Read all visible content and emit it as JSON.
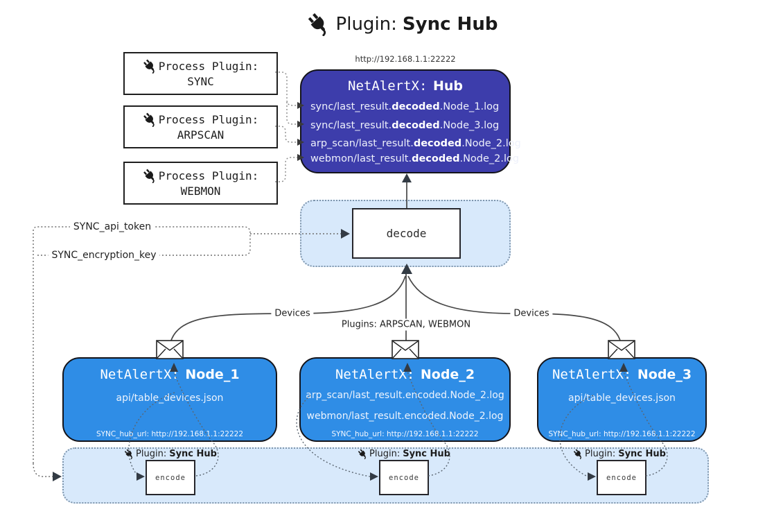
{
  "title": {
    "label": "Plugin:",
    "name": "Sync Hub"
  },
  "process_plugins": [
    {
      "label": "Process Plugin:",
      "name": "SYNC"
    },
    {
      "label": "Process Plugin:",
      "name": "ARPSCAN"
    },
    {
      "label": "Process Plugin:",
      "name": "WEBMON"
    }
  ],
  "hub": {
    "url_label": "http://192.168.1.1:22222",
    "title_prefix": "NetAlertX:",
    "title_name": "Hub",
    "entries": [
      {
        "pre": "sync/last_result.",
        "bold": "decoded",
        "post": ".Node_1.log"
      },
      {
        "pre": "sync/last_result.",
        "bold": "decoded",
        "post": ".Node_3.log"
      },
      {
        "pre": "arp_scan/last_result.",
        "bold": "decoded",
        "post": ".Node_2.log"
      },
      {
        "pre": "webmon/last_result.",
        "bold": "decoded",
        "post": ".Node_2.log"
      }
    ]
  },
  "decode_label": "decode",
  "config_labels": {
    "api_token": "SYNC_api_token",
    "encryption_key": "SYNC_encryption_key"
  },
  "edge_labels": {
    "devices_left": "Devices",
    "plugins_center": "Plugins: ARPSCAN, WEBMON",
    "devices_right": "Devices"
  },
  "nodes": [
    {
      "title_prefix": "NetAlertX:",
      "title_name": "Node_1",
      "entry1": "api/table_devices.json",
      "hub_url_label": "SYNC_hub_url: http://192.168.1.1:22222"
    },
    {
      "title_prefix": "NetAlertX:",
      "title_name": "Node_2",
      "entry1": "arp_scan/last_result.encoded.Node_2.log",
      "entry2": "webmon/last_result.encoded.Node_2.log",
      "hub_url_label": "SYNC_hub_url: http://192.168.1.1:22222"
    },
    {
      "title_prefix": "NetAlertX:",
      "title_name": "Node_3",
      "entry1": "api/table_devices.json",
      "hub_url_label": "SYNC_hub_url: http://192.168.1.1:22222"
    }
  ],
  "encode_sections": [
    {
      "label": "Plugin:",
      "name": "Sync Hub",
      "box_label": "encode"
    },
    {
      "label": "Plugin:",
      "name": "Sync Hub",
      "box_label": "encode"
    },
    {
      "label": "Plugin:",
      "name": "Sync Hub",
      "box_label": "encode"
    }
  ],
  "icons": {
    "plug": "plug-icon",
    "envelope": "envelope-icon"
  },
  "colors": {
    "hub_fill": "#3d3dab",
    "node_fill": "#2f8de6",
    "panel_fill": "#d8e9fb",
    "panel_border": "#7e95ac",
    "line": "#474747",
    "arrow": "#333b44"
  }
}
